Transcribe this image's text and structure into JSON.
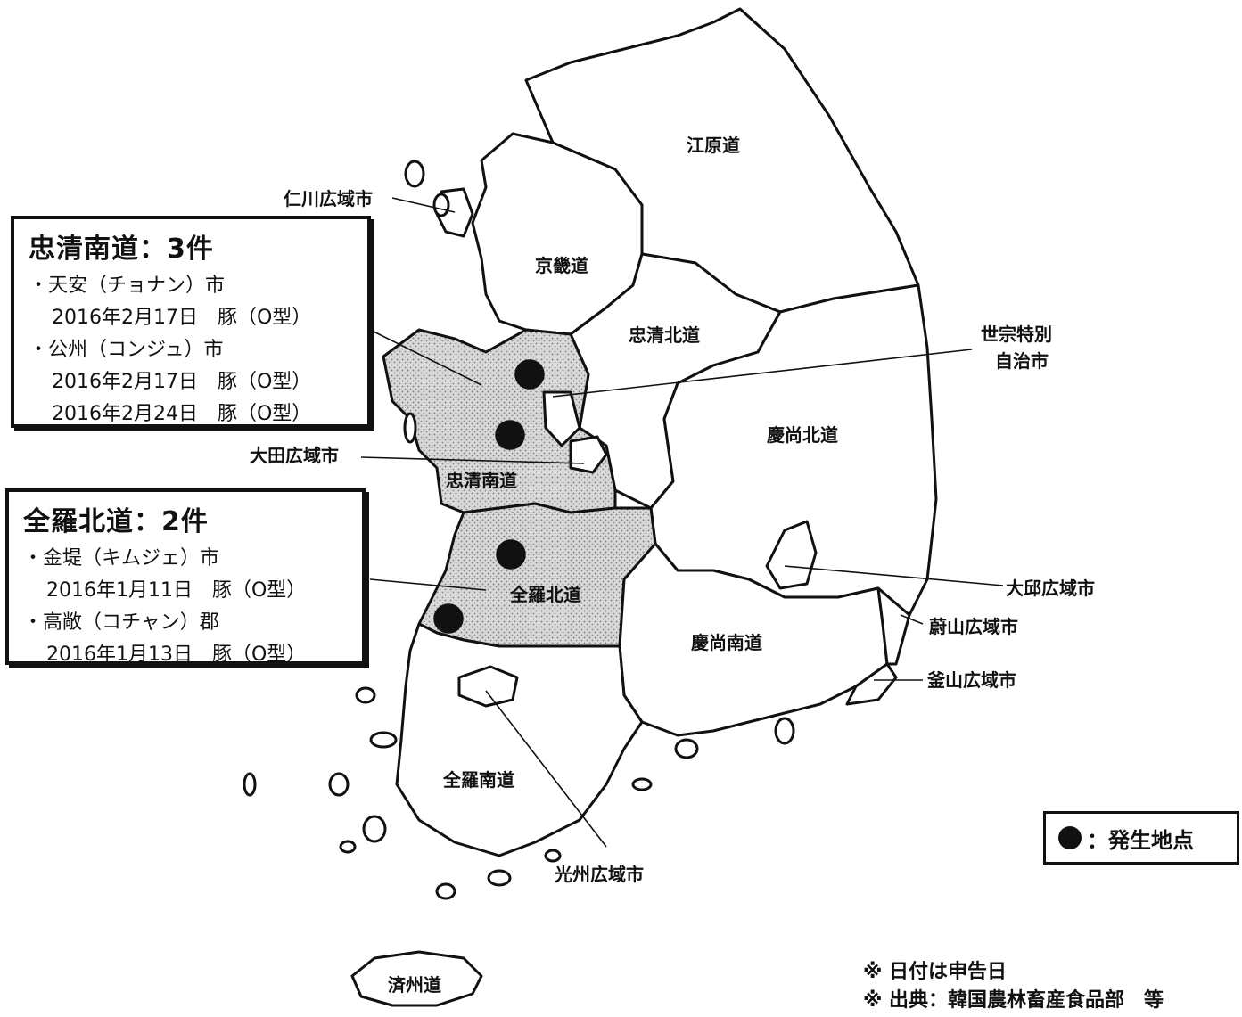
{
  "regions": {
    "gangwon": "江原道",
    "gyeonggi": "京畿道",
    "incheon": "仁川広域市",
    "chungbuk": "忠清北道",
    "chungnam": "忠清南道",
    "sejong": "世宗特別\n自治市",
    "daejeon": "大田広域市",
    "gyeongbuk": "慶尚北道",
    "jeonbuk": "全羅北道",
    "daegu": "大邱広域市",
    "ulsan": "蔚山広域市",
    "gyeongnam": "慶尚南道",
    "busan": "釜山広域市",
    "jeonnam": "全羅南道",
    "gwangju": "光州広域市",
    "jeju": "済州道"
  },
  "boxes": {
    "chungnam": {
      "title": "忠清南道：3件",
      "place1": "天安（チョナン）市",
      "place1_rec1": "2016年2月17日　豚（O型）",
      "place2": "公州（コンジュ）市",
      "place2_rec1": "2016年2月17日　豚（O型）",
      "place2_rec2": "2016年2月24日　豚（O型）"
    },
    "jeonbuk": {
      "title": "全羅北道：2件",
      "place1": "金堤（キムジェ）市",
      "place1_rec1": "2016年1月11日　豚（O型）",
      "place2": "高敞（コチャン）郡",
      "place2_rec1": "2016年1月13日　豚（O型）"
    }
  },
  "legend": {
    "label": "：発生地点"
  },
  "notes": {
    "note1": "※ 日付は申告日",
    "note2": "※ 出典：韓国農林畜産食品部　等"
  },
  "colors": {
    "outline": "#111111",
    "highlight_fill": "#d0d0d0",
    "site": "#111111"
  }
}
